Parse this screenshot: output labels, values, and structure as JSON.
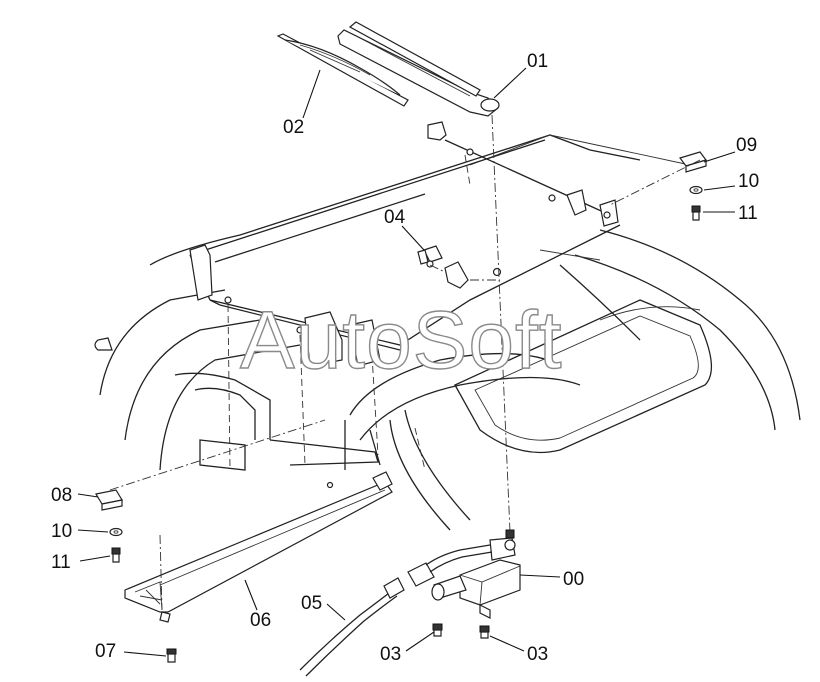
{
  "watermark": {
    "text": "AutoSoft"
  },
  "callouts": [
    {
      "id": "01",
      "label": "01"
    },
    {
      "id": "02",
      "label": "02"
    },
    {
      "id": "04",
      "label": "04"
    },
    {
      "id": "09",
      "label": "09"
    },
    {
      "id": "10",
      "label": "10"
    },
    {
      "id": "11",
      "label": "11"
    },
    {
      "id": "08",
      "label": "08"
    },
    {
      "id": "10b",
      "label": "10"
    },
    {
      "id": "11b",
      "label": "11"
    },
    {
      "id": "00",
      "label": "00"
    },
    {
      "id": "05",
      "label": "05"
    },
    {
      "id": "06",
      "label": "06"
    },
    {
      "id": "03a",
      "label": "03"
    },
    {
      "id": "03b",
      "label": "03"
    },
    {
      "id": "07",
      "label": "07"
    }
  ]
}
